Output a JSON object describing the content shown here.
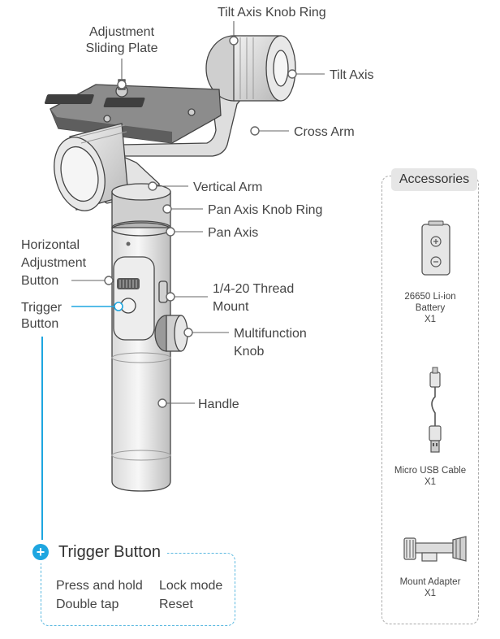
{
  "labels": {
    "tilt_axis_knob_ring": "Tilt Axis Knob Ring",
    "adjustment_sliding_plate_1": "Adjustment",
    "adjustment_sliding_plate_2": "Sliding Plate",
    "tilt_axis": "Tilt Axis",
    "cross_arm": "Cross Arm",
    "vertical_arm": "Vertical Arm",
    "pan_axis_knob_ring": "Pan Axis Knob Ring",
    "pan_axis": "Pan Axis",
    "horizontal_adjustment_1": "Horizontal",
    "horizontal_adjustment_2": "Adjustment",
    "horizontal_adjustment_3": "Button",
    "trigger_button_1": "Trigger",
    "trigger_button_2": "Button",
    "thread_mount_1": "1/4-20 Thread",
    "thread_mount_2": "Mount",
    "multifunction_knob_1": "Multifunction",
    "multifunction_knob_2": "Knob",
    "handle": "Handle"
  },
  "accessories": {
    "title": "Accessories",
    "items": [
      {
        "name_1": "26650 Li-ion",
        "name_2": "Battery",
        "qty": "X1",
        "icon": "battery-icon"
      },
      {
        "name_1": "Micro USB Cable",
        "qty": "X1",
        "icon": "usb-cable-icon"
      },
      {
        "name_1": "Mount Adapter",
        "qty": "X1",
        "icon": "mount-adapter-icon"
      }
    ]
  },
  "trigger_panel": {
    "title": "Trigger Button",
    "rows": [
      {
        "action": "Press and hold",
        "result": "Lock mode"
      },
      {
        "action": "Double tap",
        "result": "Reset"
      }
    ]
  },
  "colors": {
    "accent": "#1ea6e0",
    "accent_border": "#5cb9e0",
    "line": "#666666",
    "text": "#444444"
  }
}
